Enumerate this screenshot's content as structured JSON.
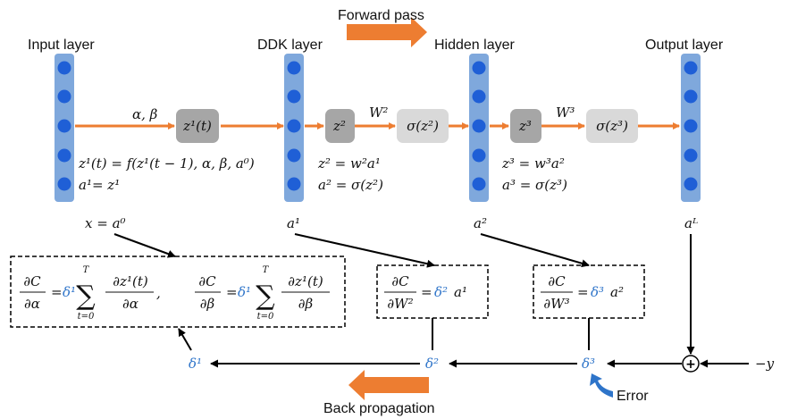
{
  "colors": {
    "layer_bar": "#7fa8dc",
    "node": "#1f5fd6",
    "forward_arrow": "#ed7d31",
    "op_dark": "#a6a6a6",
    "op_light": "#d9d9d9",
    "delta_blue": "#2e74c9"
  },
  "header": {
    "forward_pass": "Forward pass",
    "back_propagation": "Back propagation",
    "error": "Error"
  },
  "layers": {
    "input": "Input layer",
    "ddk": "DDK layer",
    "hidden": "Hidden layer",
    "output": "Output layer"
  },
  "activations": {
    "input": "x = a⁰",
    "ddk": "a¹",
    "hidden": "a²",
    "output": "aᴸ"
  },
  "edges": {
    "alpha_beta": "α, β",
    "w2": "W²",
    "w3": "W³",
    "minus_y": "−y",
    "plus": "+"
  },
  "ops": {
    "z1_node": "z¹(t)",
    "z2_node": "z²",
    "sigma_z2": "σ(z²)",
    "z3_node": "z³",
    "sigma_z3": "σ(z³)"
  },
  "equations": {
    "z1_recurrence": "z¹(t) = f(z¹(t − 1), α, β, a⁰)",
    "a1_def": "a¹= z¹",
    "z2_def": "z² = w²a¹",
    "a2_def": "a² = σ(z²)",
    "z3_def": "z³ = w³a²",
    "a3_def": "a³ = σ(z³)"
  },
  "deltas": {
    "d1": "δ¹",
    "d2": "δ²",
    "d3": "δ³"
  },
  "gradients": {
    "dC": "∂C",
    "d_alpha": "∂α",
    "d_beta": "∂β",
    "d_W2": "∂W²",
    "d_W3": "∂W³",
    "dz1t": "∂z¹(t)",
    "eq": "=",
    "comma": ",",
    "sum_upper": "T",
    "sum_lower": "t=0",
    "sigma_sym": "∑",
    "delta2_a1": "a¹",
    "delta3_a2": "a²"
  }
}
